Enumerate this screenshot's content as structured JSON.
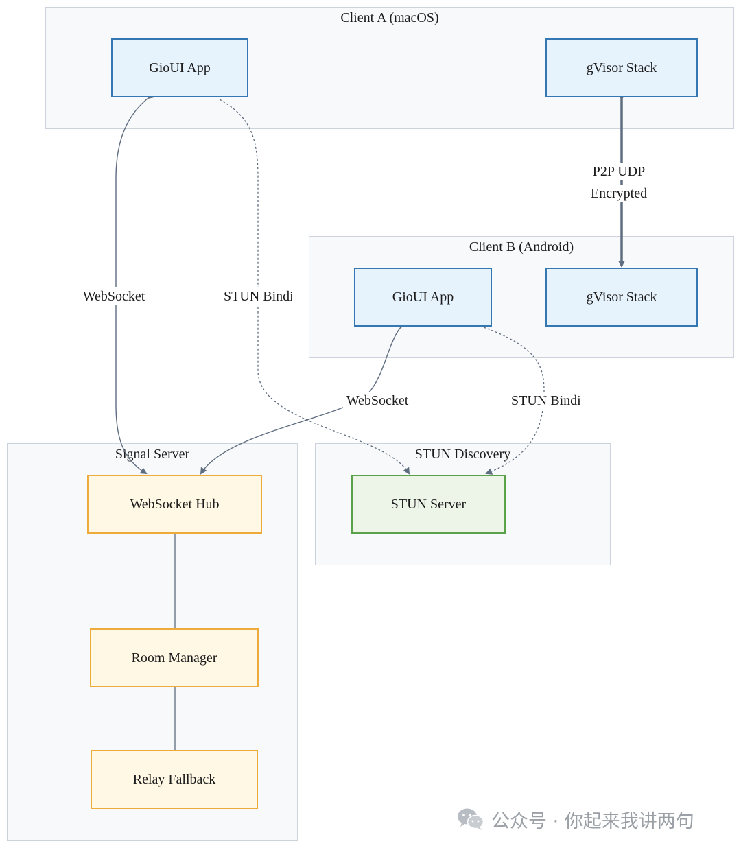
{
  "clusters": {
    "client_a": {
      "title": "Client A (macOS)"
    },
    "client_b": {
      "title": "Client B (Android)"
    },
    "signal_server": {
      "title": "Signal Server"
    },
    "stun_discovery": {
      "title": "STUN Discovery"
    }
  },
  "nodes": {
    "a_gioui": {
      "label": "GioUI App"
    },
    "a_gvisor": {
      "label": "gVisor Stack"
    },
    "b_gioui": {
      "label": "GioUI App"
    },
    "b_gvisor": {
      "label": "gVisor Stack"
    },
    "ws_hub": {
      "label": "WebSocket Hub"
    },
    "room_manager": {
      "label": "Room Manager"
    },
    "relay_fallback": {
      "label": "Relay Fallback"
    },
    "stun_server": {
      "label": "STUN Server"
    }
  },
  "edges": {
    "a_websocket": {
      "label": "WebSocket"
    },
    "a_stun": {
      "label": "STUN Binding"
    },
    "b_websocket": {
      "label": "WebSocket"
    },
    "b_stun": {
      "label": "STUN Binding"
    },
    "p2p_line1": "P2P UDP",
    "p2p_line2": "Encrypted"
  },
  "colors": {
    "client_border": "#3577b2",
    "client_fill": "#e6f2fc",
    "server_border": "#eeaa3a",
    "server_fill": "#fff8e4",
    "stun_border": "#5aa24a",
    "stun_fill": "#edf5e9",
    "edge": "#5f6d80"
  },
  "watermark": {
    "icon": "wechat-icon",
    "text": "公众号 · 你起来我讲两句"
  }
}
